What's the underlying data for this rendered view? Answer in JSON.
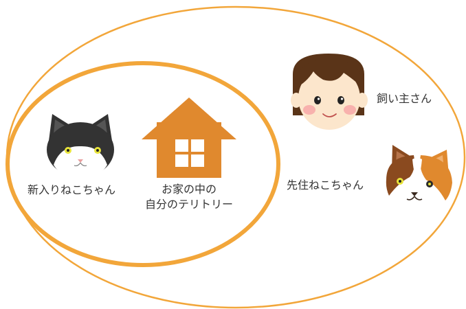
{
  "labels": {
    "new_cat": "新入りねこちゃん",
    "territory_line1": "お家の中の",
    "territory_line2": "自分のテリトリー",
    "owner": "飼い主さん",
    "resident_cat": "先住ねこちゃん"
  },
  "icons": {
    "new_cat": "black-white-cat-face-icon",
    "house": "house-icon",
    "owner": "girl-face-icon",
    "resident_cat": "calico-cat-face-icon"
  },
  "colors": {
    "ring": "#F2A63A",
    "house": "#E0892E",
    "cat_black": "#333333",
    "cat_brown": "#8A4A1F",
    "cat_orange": "#E0892E",
    "hair": "#5A3418",
    "skin": "#FCE6CC",
    "cheek": "#F7A7A7",
    "eye_yellow": "#E8E43A"
  }
}
